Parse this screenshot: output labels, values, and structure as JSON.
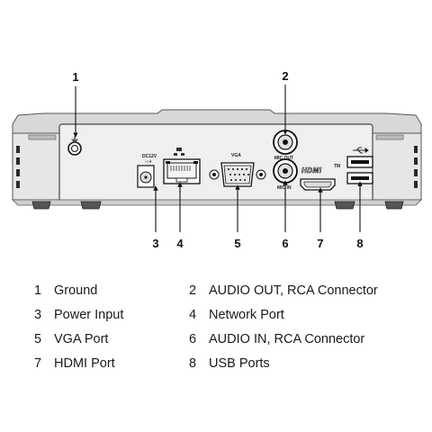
{
  "callouts": [
    "1",
    "2",
    "3",
    "4",
    "5",
    "6",
    "7",
    "8"
  ],
  "panel_labels": {
    "dc": "DC12V",
    "vga": "VGA",
    "mic_out": "MIC OUT",
    "mic_in": "MIC IN",
    "hdmi": "HDMI",
    "tm": "TM"
  },
  "legend": [
    {
      "num": "1",
      "label": "Ground"
    },
    {
      "num": "2",
      "label": "AUDIO OUT, RCA Connector"
    },
    {
      "num": "3",
      "label": "Power Input"
    },
    {
      "num": "4",
      "label": "Network Port"
    },
    {
      "num": "5",
      "label": "VGA Port"
    },
    {
      "num": "6",
      "label": "AUDIO IN, RCA Connector"
    },
    {
      "num": "7",
      "label": "HDMI Port"
    },
    {
      "num": "8",
      "label": "USB Ports"
    }
  ],
  "icons": [
    "ground-icon",
    "usb-icon",
    "lan-icon"
  ]
}
